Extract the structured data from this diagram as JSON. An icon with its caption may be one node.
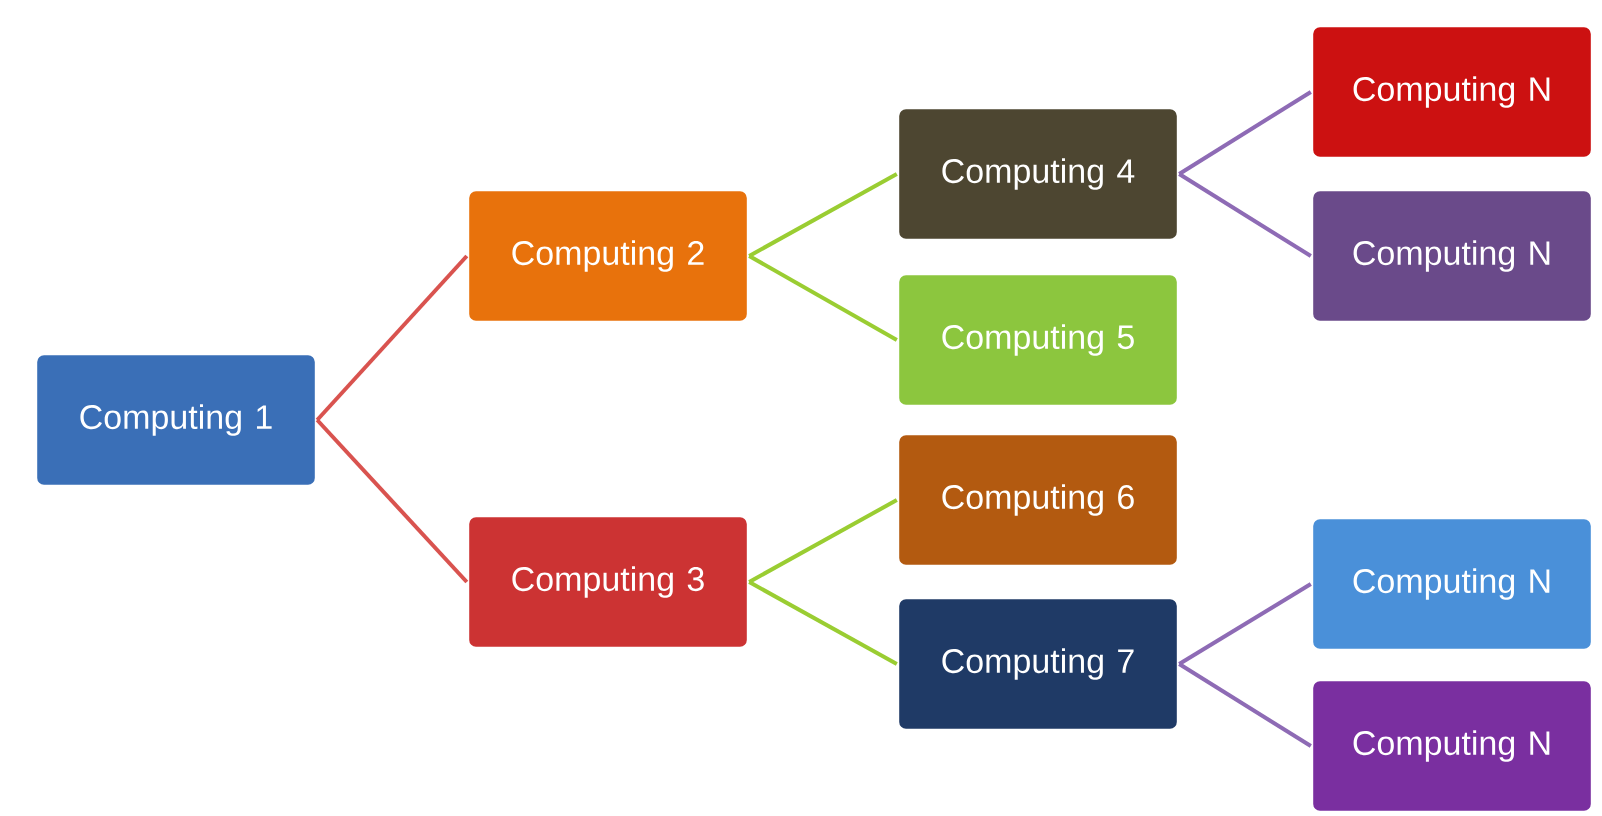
{
  "diagram": {
    "nodes": [
      {
        "text": [
          "Computing 1"
        ]
      },
      {
        "text": [
          "Computing 2"
        ]
      },
      {
        "text": [
          "Computing 3"
        ]
      },
      {
        "text": [
          "Computing 4"
        ]
      },
      {
        "text": [
          "Computing 5"
        ]
      },
      {
        "text": [
          "Computing 6"
        ]
      },
      {
        "text": [
          "Computing 7"
        ]
      },
      {
        "text": [
          "Computing N"
        ]
      },
      {
        "text": [
          "Computing N"
        ]
      },
      {
        "text": [
          "Computing N"
        ]
      },
      {
        "text": [
          "Computing N"
        ]
      }
    ],
    "edges": [
      {
        "from": 0,
        "to": 1,
        "arrow": "none",
        "color": "#d9534f"
      },
      {
        "from": 0,
        "to": 2,
        "arrow": "none",
        "color": "#d9534f"
      },
      {
        "from": 1,
        "to": 3,
        "arrow": "none",
        "color": "#9acd32"
      },
      {
        "from": 1,
        "to": 4,
        "arrow": "none",
        "color": "#9acd32"
      },
      {
        "from": 2,
        "to": 5,
        "arrow": "none",
        "color": "#9acd32"
      },
      {
        "from": 2,
        "to": 6,
        "arrow": "none",
        "color": "#9acd32"
      },
      {
        "from": 3,
        "to": 7,
        "arrow": "none",
        "color": "#8e6bb5"
      },
      {
        "from": 3,
        "to": 8,
        "arrow": "none",
        "color": "#8e6bb5"
      },
      {
        "from": 6,
        "to": 9,
        "arrow": "none",
        "color": "#8e6bb5"
      },
      {
        "from": 6,
        "to": 10,
        "arrow": "none",
        "color": "#8e6bb5"
      }
    ]
  }
}
